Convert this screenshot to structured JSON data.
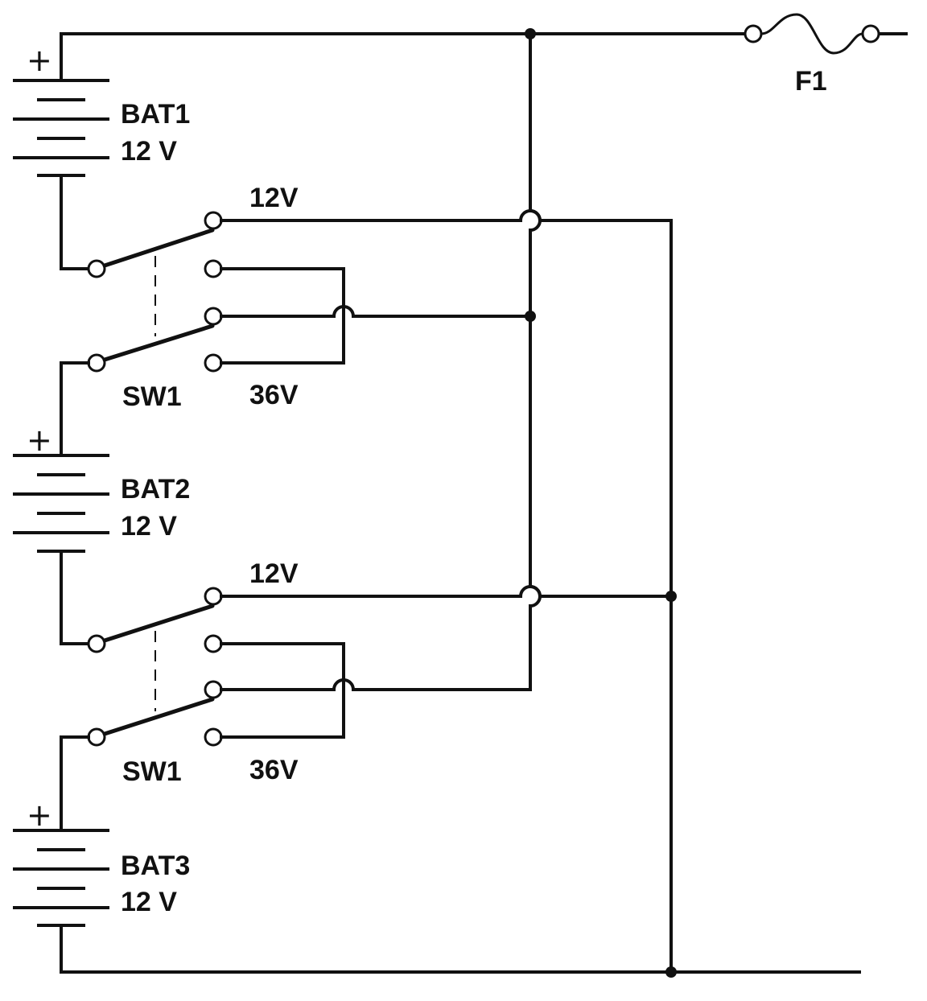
{
  "diagram": {
    "labels": {
      "bat1_name": "BAT1",
      "bat1_volt": "12 V",
      "bat2_name": "BAT2",
      "bat2_volt": "12 V",
      "bat3_name": "BAT3",
      "bat3_volt": "12 V",
      "fuse": "F1",
      "sw_upper": "SW1",
      "sw_lower": "SW1",
      "upper_12v": "12V",
      "upper_36v": "36V",
      "lower_12v": "12V",
      "lower_36v": "36V"
    },
    "plus_sign": "+"
  }
}
